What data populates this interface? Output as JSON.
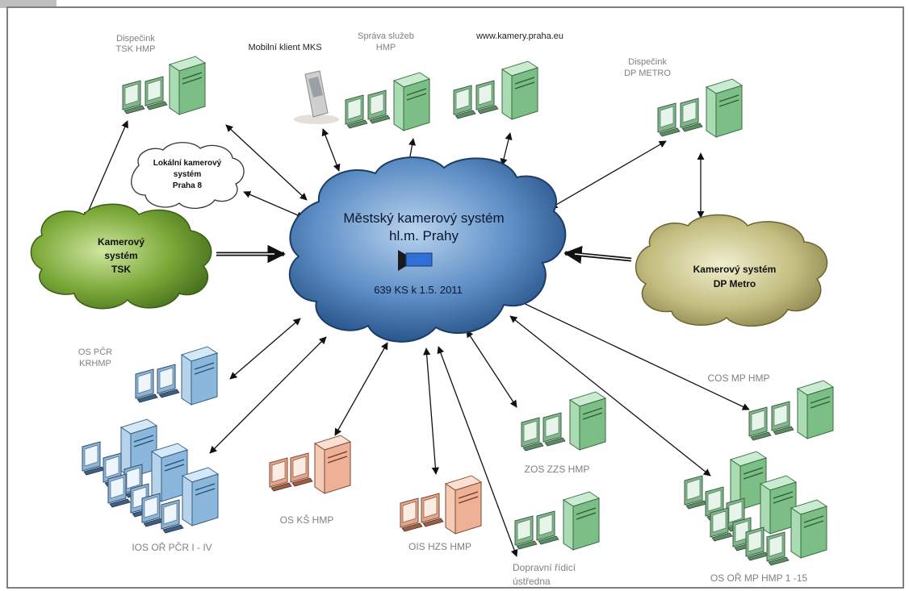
{
  "central": {
    "title_line1": "Městský kamerový systém",
    "title_line2": "hl.m. Prahy",
    "stats": "639 KS  k 1.5. 2011"
  },
  "local_cloud": {
    "line1": "Lokální kamerový",
    "line2": "systém",
    "line3": "Praha 8"
  },
  "tsk_cloud": {
    "line1": "Kamerový",
    "line2": "systém",
    "line3": "TSK"
  },
  "metro_cloud": {
    "line1": "Kamerový systém",
    "line2": "DP Metro"
  },
  "nodes": {
    "tsk_dispatch": {
      "line1": "Dispečink",
      "line2": "TSK HMP"
    },
    "mobile_client": {
      "line1": "Mobilní klient MKS"
    },
    "sprava_sluzeb": {
      "line1": "Správa služeb",
      "line2": "HMP"
    },
    "web_kamery": {
      "line1": "www.kamery.praha.eu"
    },
    "metro_dispatch": {
      "line1": "Dispečink",
      "line2": "DP METRO"
    },
    "os_pcr": {
      "line1": "OS PČR",
      "line2": "KRHMP"
    },
    "ios_or_pcr": {
      "line1": "IOS OŘ PČR I - IV"
    },
    "os_ks": {
      "line1": "OS KŠ HMP"
    },
    "ois_hzs": {
      "line1": "OIS HZS HMP"
    },
    "dopravni_ustredna": {
      "line1": "Dopravní řídicí",
      "line2": "ústředna"
    },
    "zos_zzs": {
      "line1": "ZOS ZZS HMP"
    },
    "cos_mp": {
      "line1": "COS MP HMP"
    },
    "os_or_mp": {
      "line1": "OS OŘ MP HMP 1 -15"
    }
  },
  "colors": {
    "central_cloud": "#4f7ab0",
    "tsk_cloud": "#6e9a2a",
    "metro_cloud": "#b3ae6e",
    "pc_green": "#9bd0a6",
    "pc_blue": "#9fc6e6",
    "pc_salmon": "#f0b79b",
    "label_gray": "#808080"
  },
  "icons": {
    "camera": "camera-icon",
    "phone": "mobile-phone-icon"
  }
}
